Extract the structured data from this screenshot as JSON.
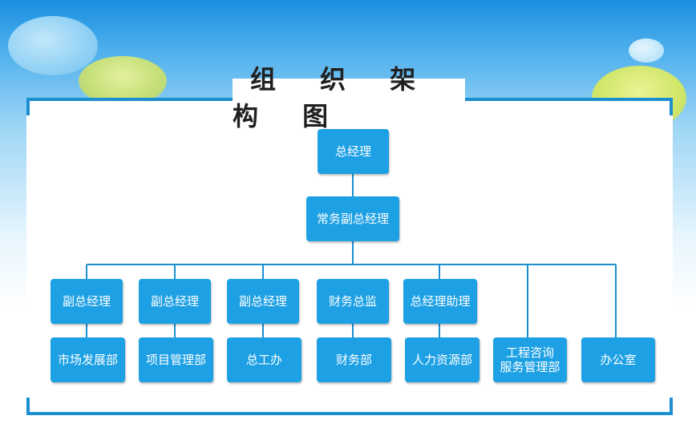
{
  "title": "组 织 架 构 图",
  "nodes": {
    "ceo": "总经理",
    "executive_vp": "常务副总经理",
    "vp1": "副总经理",
    "vp2": "副总经理",
    "vp3": "副总经理",
    "cfo": "财务总监",
    "gm_assistant": "总经理助理",
    "market_dept": "市场发展部",
    "project_dept": "项目管理部",
    "chief_engineer_office": "总工办",
    "finance_dept": "财务部",
    "hr_dept": "人力资源部",
    "consulting_dept": "工程咨询\n服务管理部",
    "office": "办公室"
  },
  "colors": {
    "node_fill": "#1da0e4",
    "connector": "#1b8fd0",
    "frame": "#1b8fd0"
  }
}
